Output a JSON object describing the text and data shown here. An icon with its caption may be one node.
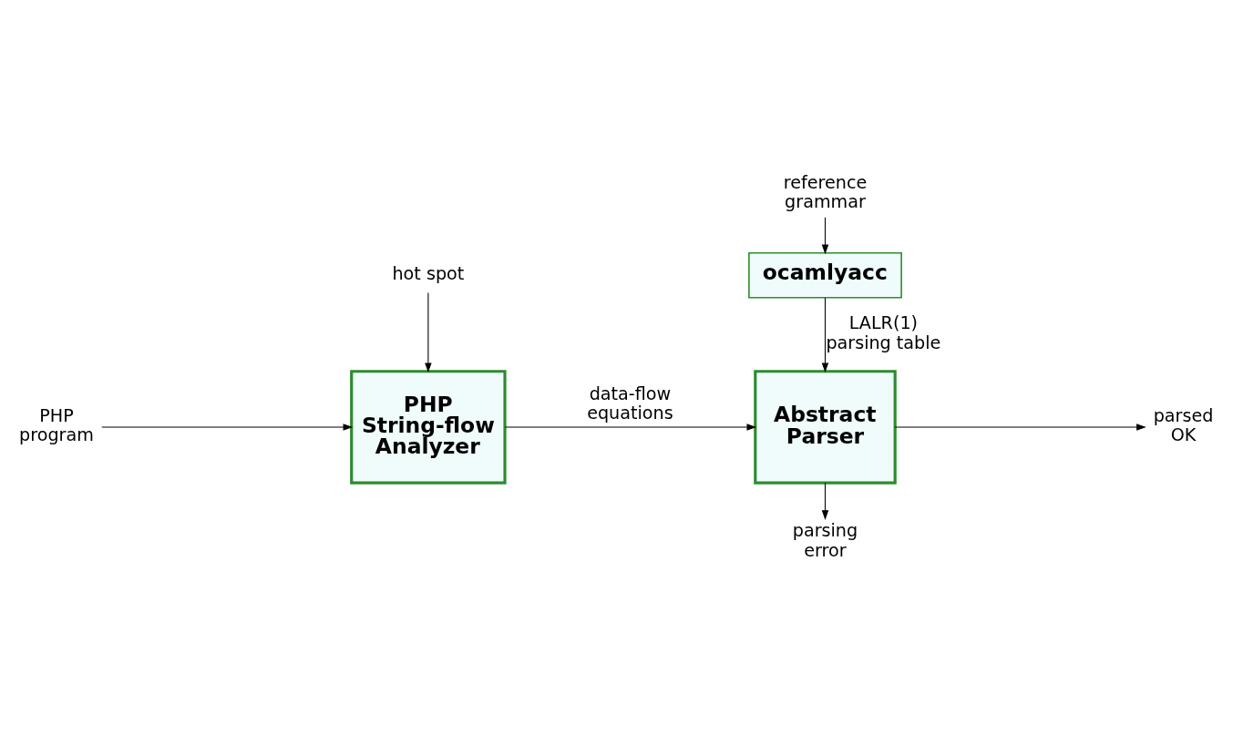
{
  "diagram": {
    "nodes": [
      {
        "text": [
          "reference grammar"
        ]
      },
      {
        "text": [
          "ocamlyacc"
        ]
      },
      {
        "text": [
          "hot spot"
        ]
      },
      {
        "text": [
          "PHP program"
        ]
      },
      {
        "text": [
          "PHP String-flow Analyzer"
        ]
      },
      {
        "text": [
          "Abstract Parser"
        ]
      },
      {
        "text": [
          "parsed OK"
        ]
      },
      {
        "text": [
          "parsing error"
        ]
      }
    ],
    "edges": [
      {
        "from": 0,
        "to": 1,
        "arrow": "to"
      },
      {
        "from": 1,
        "to": 5,
        "arrow": "to",
        "label": "LALR(1) parsing table"
      },
      {
        "from": 2,
        "to": 4,
        "arrow": "to"
      },
      {
        "from": 3,
        "to": 4,
        "arrow": "to"
      },
      {
        "from": 4,
        "to": 5,
        "arrow": "to",
        "label": "data-flow equations"
      },
      {
        "from": 5,
        "to": 6,
        "arrow": "to"
      },
      {
        "from": 5,
        "to": 7,
        "arrow": "to"
      }
    ]
  }
}
